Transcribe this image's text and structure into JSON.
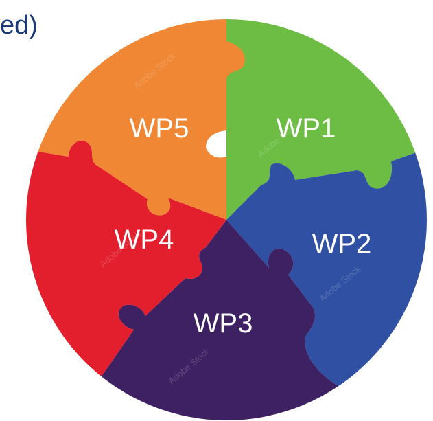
{
  "header": {
    "title_fragment": "ed)"
  },
  "segments": [
    {
      "label": "WP1",
      "color": "#6dbd44"
    },
    {
      "label": "WP2",
      "color": "#3050a3"
    },
    {
      "label": "WP3",
      "color": "#3d2163"
    },
    {
      "label": "WP4",
      "color": "#e31e2d"
    },
    {
      "label": "WP5",
      "color": "#ef8734"
    }
  ],
  "watermark": "Adobe Stock"
}
